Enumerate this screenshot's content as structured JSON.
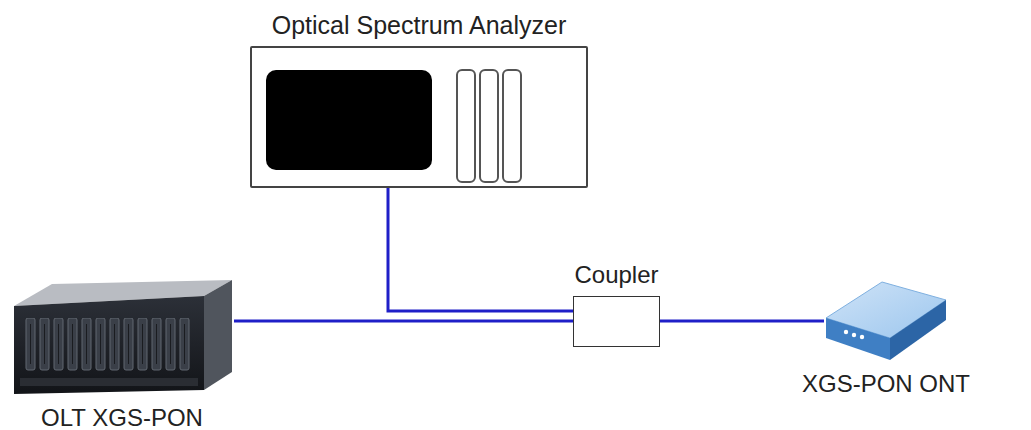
{
  "diagram": {
    "nodes": [
      {
        "text": [
          "Optical Spectrum Analyzer"
        ]
      },
      {
        "text": [
          "Coupler"
        ]
      },
      {
        "text": [
          "OLT XGS-PON"
        ]
      },
      {
        "text": [
          "XGS-PON ONT"
        ]
      }
    ],
    "edges": [
      {
        "from": 0,
        "to": 1,
        "arrow": "none"
      },
      {
        "from": 2,
        "to": 1,
        "arrow": "none"
      },
      {
        "from": 1,
        "to": 3,
        "arrow": "none"
      }
    ]
  }
}
